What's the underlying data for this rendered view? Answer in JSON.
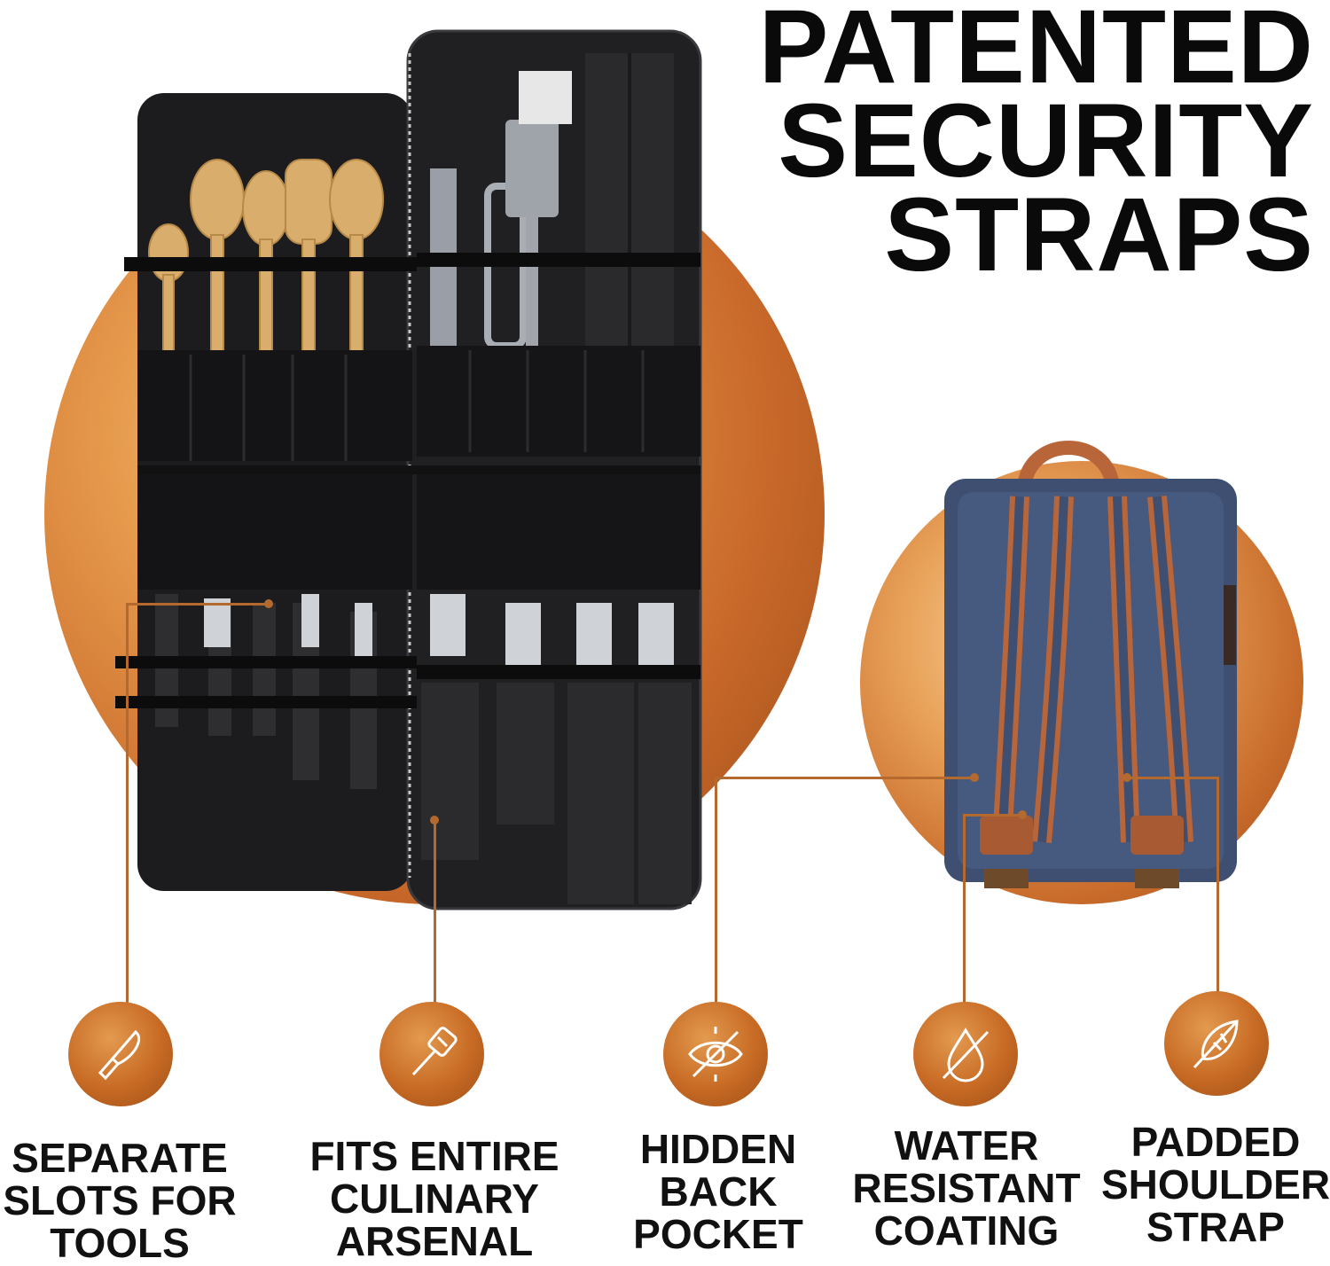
{
  "headline": {
    "line1": "PATENTED",
    "line2": "SECURITY",
    "line3": "STRAPS"
  },
  "colors": {
    "accent": "#c06a26",
    "accent_dark": "#8f4716",
    "bag_black": "#1b1b1d",
    "backpack_navy": "#3e4f72",
    "strap_orange": "#b9653a"
  },
  "features": [
    {
      "icon": "knife-icon",
      "lines": [
        "SEPARATE",
        "SLOTS FOR",
        "TOOLS"
      ]
    },
    {
      "icon": "spatula-icon",
      "lines": [
        "FITS ENTIRE",
        "CULINARY",
        "ARSENAL"
      ]
    },
    {
      "icon": "hidden-eye-icon",
      "lines": [
        "HIDDEN",
        "BACK",
        "POCKET"
      ]
    },
    {
      "icon": "water-drop-icon",
      "lines": [
        "WATER",
        "RESISTANT",
        "COATING"
      ]
    },
    {
      "icon": "feather-icon",
      "lines": [
        "PADDED",
        "SHOULDER",
        "STRAP"
      ]
    }
  ]
}
